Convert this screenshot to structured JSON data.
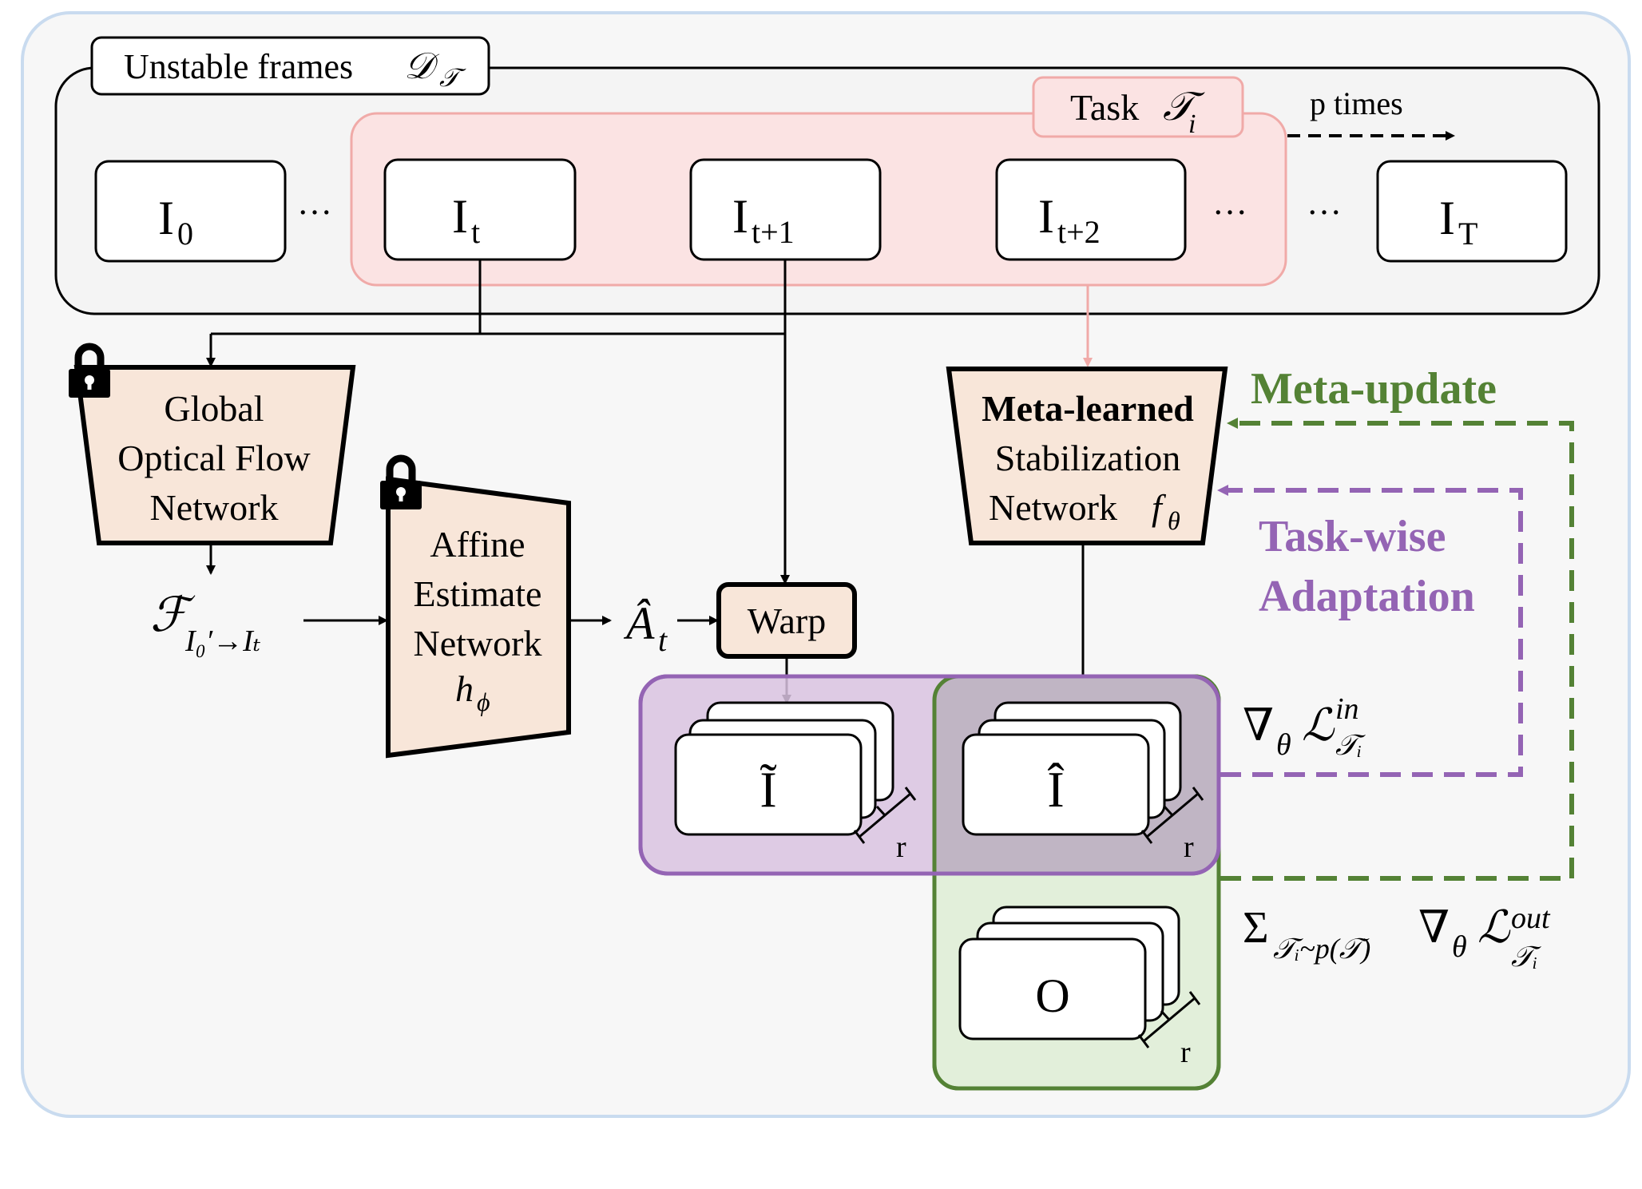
{
  "colors": {
    "panel_border": "#c9dbef",
    "panel_fill": "#f7f7f7",
    "task_fill": "#fbe3e3",
    "task_border": "#f0aaa8",
    "network_fill": "#f8e6d9",
    "purple": "#9464b4",
    "purple_fill": "#d9c3e0",
    "green": "#548235",
    "green_fill": "#e2efda",
    "overlap_fill": "#c0b5c4"
  },
  "header": {
    "unstable_label": "Unstable frames",
    "unstable_symbol": "𝒟",
    "unstable_symbol_sub": "𝒯",
    "task_label": "Task",
    "task_symbol": "𝒯",
    "task_symbol_sub": "i",
    "p_times": "p times"
  },
  "frames": [
    {
      "base": "I",
      "sub": "0"
    },
    {
      "base": "I",
      "sub": "t"
    },
    {
      "base": "I",
      "sub": "t+1"
    },
    {
      "base": "I",
      "sub": "t+2"
    },
    {
      "base": "I",
      "sub": "T"
    }
  ],
  "ellipsis": "…",
  "networks": {
    "optical_flow": [
      "Global",
      "Optical Flow",
      "Network"
    ],
    "affine": [
      "Affine",
      "Estimate",
      "Network"
    ],
    "affine_symbol": "h",
    "affine_symbol_sub": "ϕ",
    "meta_learned_bold": "Meta-learned",
    "meta_learned": [
      "Stabilization",
      "Network"
    ],
    "meta_symbol": "f",
    "meta_symbol_sub": "θ"
  },
  "flow_label": {
    "main": "ℱ",
    "sub": "I₀′→Iₜ"
  },
  "affine_out": {
    "main": "Â",
    "sub": "t"
  },
  "warp_label": "Warp",
  "stacks": {
    "warped": "Ĩ",
    "stabilized": "Î",
    "output": "O",
    "r_label": "r"
  },
  "loss_labels": {
    "inner_prefix": "∇",
    "inner_theta": "θ",
    "inner_L": "ℒ",
    "inner_sup": "in",
    "inner_sub": "𝒯ᵢ",
    "outer_sum": "Σ",
    "outer_sum_sub": "𝒯ᵢ~p(𝒯)",
    "outer_prefix": "∇",
    "outer_theta": "θ",
    "outer_L": "ℒ",
    "outer_sup": "out",
    "outer_sub": "𝒯ᵢ"
  },
  "update_labels": {
    "meta_update": "Meta-update",
    "task_wise_1": "Task-wise",
    "task_wise_2": "Adaptation"
  }
}
